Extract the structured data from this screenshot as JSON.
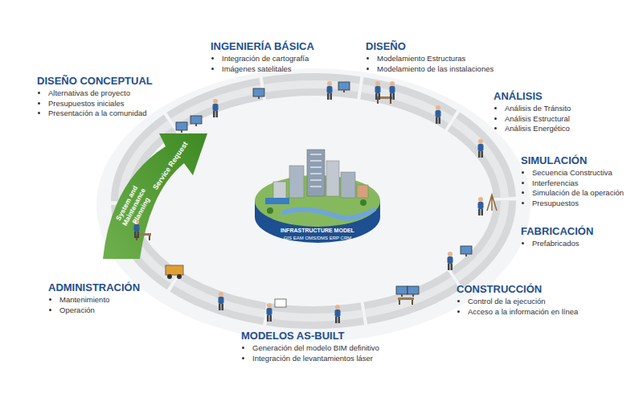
{
  "diagram": {
    "nodes": [
      {
        "text": [
          "DISEÑO CONCEPTUAL",
          "Alternativas de proyecto",
          "Presupuestos iniciales",
          "Presentación a la comunidad"
        ]
      },
      {
        "text": [
          "INGENIERÍA BÁSICA",
          "Integración de cartografía",
          "Imágenes satelitales"
        ]
      },
      {
        "text": [
          "DISEÑO",
          "Modelamiento Estructuras",
          "Modelamiento de las instalaciones"
        ]
      },
      {
        "text": [
          "ANÁLISIS",
          "Análisis de Tránsito",
          "Análisis Estructural",
          "Análisis Energético"
        ]
      },
      {
        "text": [
          "SIMULACIÓN",
          "Secuencia Constructiva",
          "Interferencias",
          "Simulación de la operación",
          "Presupuestos"
        ]
      },
      {
        "text": [
          "FABRICACIÓN",
          "Prefabricados"
        ]
      },
      {
        "text": [
          "CONSTRUCCIÓN",
          "Control de la ejecución",
          "Acceso a la información en línea"
        ]
      },
      {
        "text": [
          "MODELOS AS-BUILT",
          "Generación del modelo BIM definitivo",
          "Integración de levantamientos láser"
        ]
      },
      {
        "text": [
          "ADMINISTRACIÓN",
          "Mantenimiento",
          "Operación"
        ]
      }
    ],
    "labels": [
      "Service Request",
      "System and Maintenance Planning",
      "INFRASTRUCTURE MODEL",
      "GIS EAM OMS/DMS ERP CRM"
    ]
  }
}
